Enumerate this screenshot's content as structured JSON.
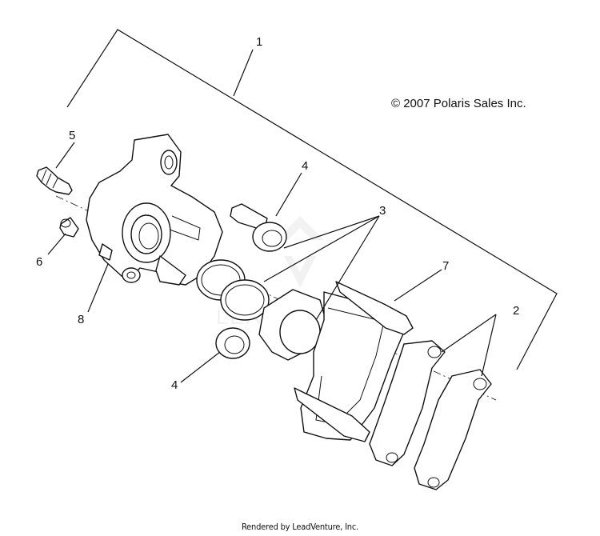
{
  "copyright": "© 2007 Polaris Sales Inc.",
  "footer": "Rendered by LeadVenture, Inc.",
  "watermark": "LEADVENTURE",
  "callouts": {
    "c1": "1",
    "c2": "2",
    "c3": "3",
    "c4a": "4",
    "c4b": "4",
    "c5": "5",
    "c6": "6",
    "c7": "7",
    "c8": "8"
  }
}
